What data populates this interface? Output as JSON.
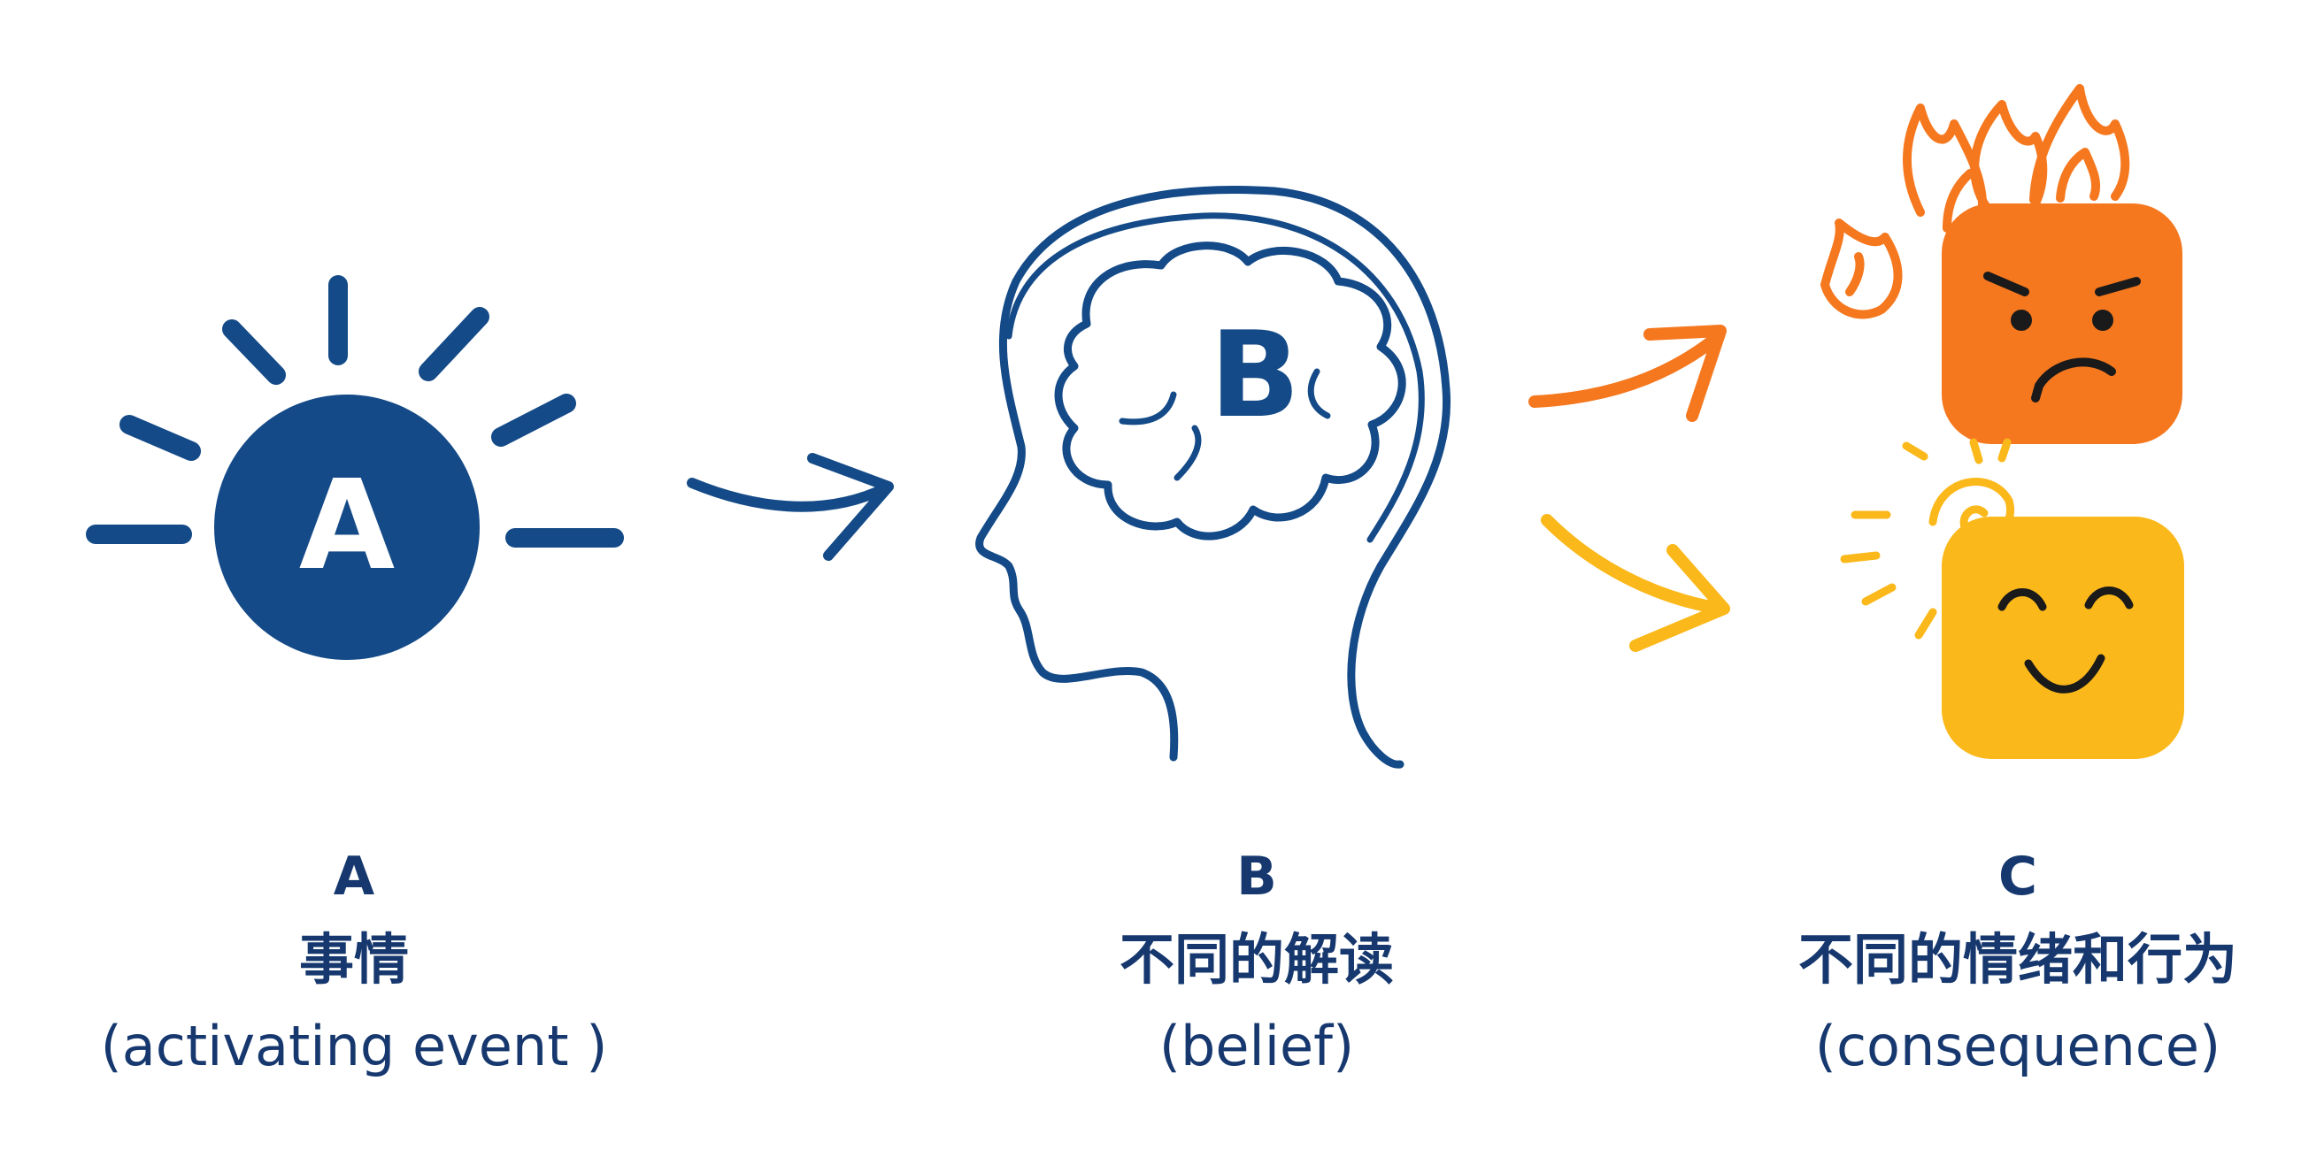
{
  "colors": {
    "navy": "#144a87",
    "text": "#16386e",
    "orange": "#f5781f",
    "yellow": "#fbb81a",
    "white": "#ffffff"
  },
  "icons": {
    "a": "sun-icon",
    "b": "head-brain-icon",
    "c_angry": "angry-face-icon",
    "c_happy": "happy-face-icon"
  },
  "a": {
    "circle_letter": "A",
    "label": "A",
    "zh": "事情",
    "en": "(activating event )"
  },
  "b": {
    "brain_letter": "B",
    "label": "B",
    "zh": "不同的解读",
    "en": "(belief)"
  },
  "c": {
    "label": "C",
    "zh": "不同的情绪和行为",
    "en": "(consequence)"
  }
}
